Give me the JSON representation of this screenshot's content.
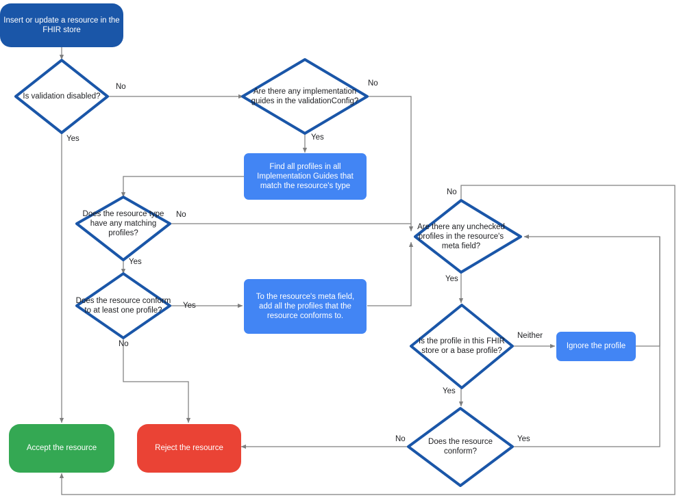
{
  "diagram": {
    "title": "FHIR store resource validation flow",
    "colors": {
      "start_fill": "#1a56a8",
      "process_fill": "#4285f4",
      "accept_fill": "#34a853",
      "reject_fill": "#ea4335",
      "decision_stroke": "#1a56a8",
      "decision_fill": "#ffffff",
      "edge_stroke": "#7f7f7f",
      "text_dark": "#202124",
      "text_light": "#ffffff"
    }
  },
  "nodes": {
    "start": {
      "label": "Insert or update a resource in the FHIR store",
      "shape": "terminator"
    },
    "validation_disabled": {
      "label": "Is validation disabled?",
      "shape": "decision"
    },
    "implementation_guides": {
      "label": "Are there any implementation guides in the validationConfig?",
      "shape": "decision"
    },
    "find_profiles": {
      "label": "Find all profiles in all Implementation Guides that match the resource's type",
      "shape": "process"
    },
    "matching_profiles": {
      "label": "Does the resource type have any matching profiles?",
      "shape": "decision"
    },
    "conform_one_profile": {
      "label": "Does the resource conform to at least one profile?",
      "shape": "decision"
    },
    "add_profiles_meta": {
      "label": "To the resource's meta field, add all the profiles that the resource conforms to.",
      "shape": "process"
    },
    "unchecked_profiles": {
      "label": "Are there any unchecked profiles in the resource's meta field?",
      "shape": "decision"
    },
    "profile_in_store": {
      "label": "Is the profile in this FHIR store or a base profile?",
      "shape": "decision"
    },
    "ignore_profile": {
      "label": "Ignore the profile",
      "shape": "process"
    },
    "resource_conform": {
      "label": "Does the resource conform?",
      "shape": "decision"
    },
    "accept": {
      "label": "Accept the resource",
      "shape": "terminator"
    },
    "reject": {
      "label": "Reject the resource",
      "shape": "terminator"
    }
  },
  "edge_labels": {
    "validation_no": "No",
    "validation_yes": "Yes",
    "guides_no": "No",
    "guides_yes": "Yes",
    "matching_no": "No",
    "matching_yes": "Yes",
    "conform_one_yes": "Yes",
    "conform_one_no": "No",
    "unchecked_no": "No",
    "unchecked_yes": "Yes",
    "profile_store_neither": "Neither",
    "profile_store_yes": "Yes",
    "resource_conform_no": "No",
    "resource_conform_yes": "Yes"
  }
}
